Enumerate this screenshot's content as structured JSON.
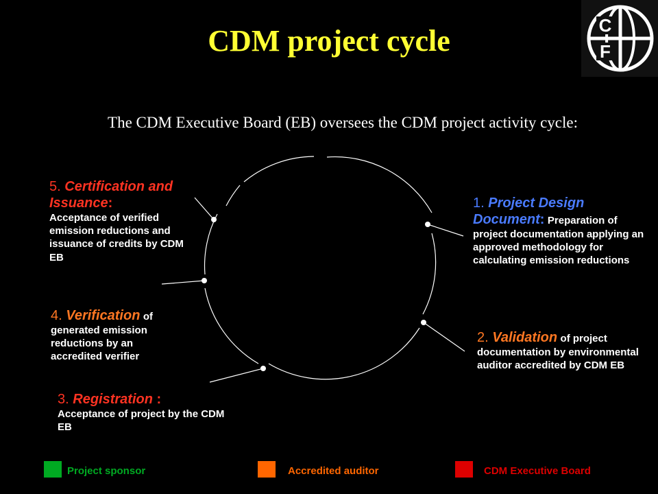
{
  "title": "CDM project cycle",
  "subtitle": "The CDM Executive Board (EB) oversees the CDM project activity cycle:",
  "logo": {
    "letters": [
      "C",
      "F"
    ],
    "icon": "globe-grid-icon"
  },
  "steps": [
    {
      "num": "1.",
      "name": "Project Design Document",
      "sep": ":",
      "desc": "Preparation of project documentation applying an approved methodology for calculating emission reductions",
      "owner": "project-sponsor",
      "color": "#4a7bff"
    },
    {
      "num": "2.",
      "name": "Validation",
      "sep": "",
      "desc": "of project documentation by environmental auditor accredited by CDM EB",
      "owner": "accredited-auditor",
      "color": "#ff7722"
    },
    {
      "num": "3.",
      "name": "Registration",
      "sep": ":",
      "desc": "Acceptance of project by the CDM EB",
      "owner": "cdm-executive-board",
      "color": "#ff3322"
    },
    {
      "num": "4.",
      "name": "Verification",
      "sep": "",
      "desc": "of generated emission reductions by an accredited verifier",
      "owner": "accredited-auditor",
      "color": "#ff7722"
    },
    {
      "num": "5.",
      "name": "Certification and Issuance",
      "sep": ":",
      "desc": "Acceptance of verified emission reductions and issuance of credits by CDM EB",
      "owner": "cdm-executive-board",
      "color": "#ff3322"
    }
  ],
  "legend": [
    {
      "label": "Project sponsor",
      "color": "#00aa22"
    },
    {
      "label": "Accredited auditor",
      "color": "#ff6600"
    },
    {
      "label": "CDM Executive Board",
      "color": "#dd0000"
    }
  ]
}
